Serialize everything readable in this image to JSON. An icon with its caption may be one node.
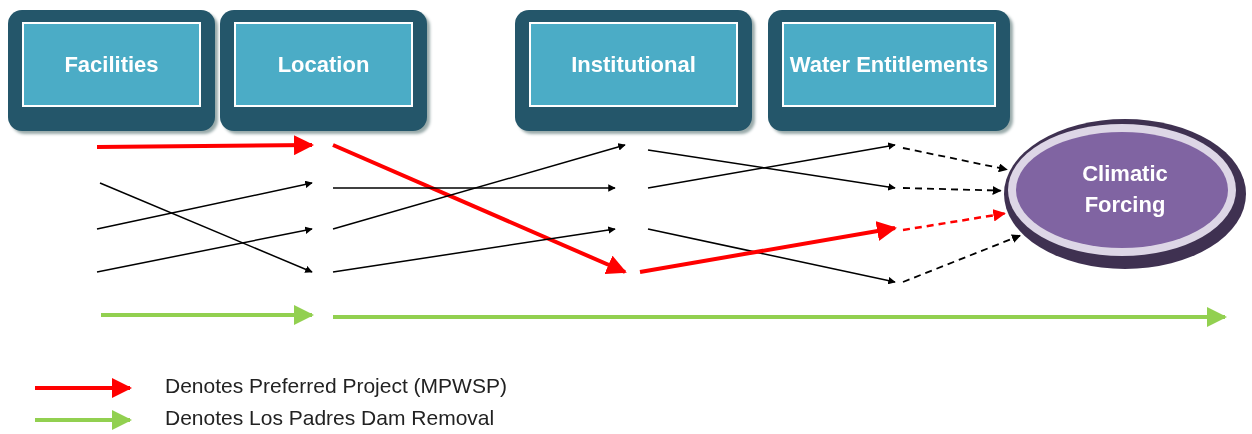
{
  "diagram": {
    "nodes": [
      {
        "text": [
          "Facilities"
        ]
      },
      {
        "text": [
          "Location"
        ]
      },
      {
        "text": [
          "Institutional"
        ]
      },
      {
        "text": [
          "Water Entitlements"
        ]
      },
      {
        "text": [
          "Climatic Forcing"
        ]
      }
    ],
    "edges": [
      {
        "from": null,
        "to": 4,
        "arrow": "to",
        "style": "dashed"
      },
      {
        "from": null,
        "to": 4,
        "arrow": "to",
        "style": "dashed"
      },
      {
        "from": null,
        "to": 4,
        "arrow": "to",
        "style": "dashed",
        "color": "#ff0000"
      },
      {
        "from": null,
        "to": 4,
        "arrow": "to",
        "style": "dashed"
      }
    ],
    "legend": [
      {
        "text": "Denotes Preferred Project (MPWSP)"
      },
      {
        "text": "Denotes Los Padres Dam Removal"
      }
    ]
  }
}
